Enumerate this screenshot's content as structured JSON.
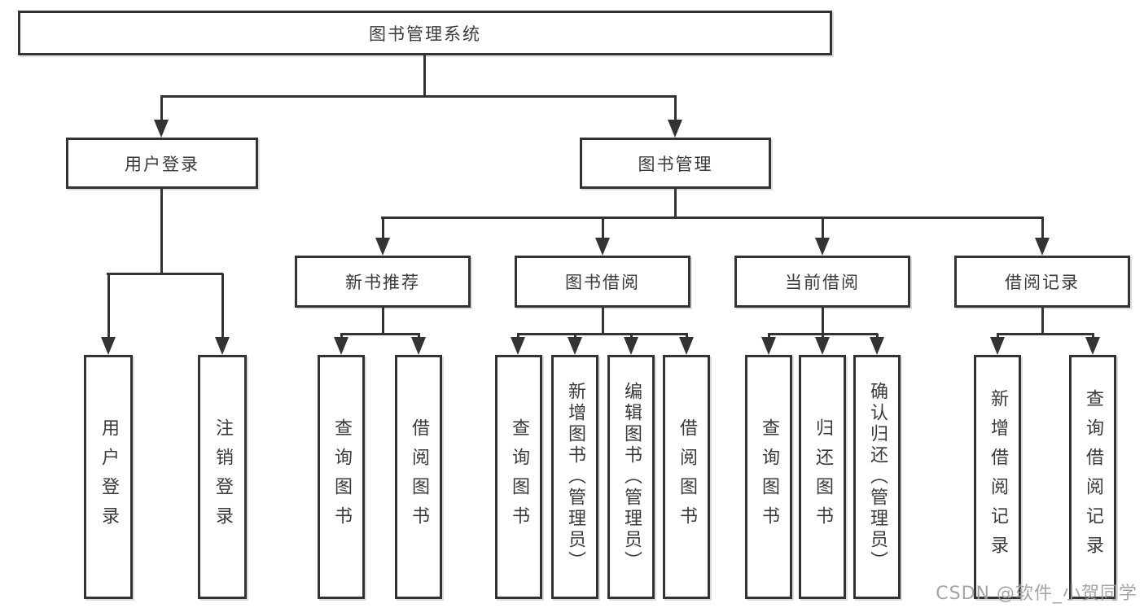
{
  "colors": {
    "line": "#333333",
    "text": "#3a3a3a",
    "background": "#ffffff",
    "watermark": "#9b9b9b"
  },
  "tree": {
    "root": "图书管理系统",
    "branches": [
      {
        "label": "用户登录",
        "leaves": [
          "用户登录",
          "注销登录"
        ]
      },
      {
        "label": "图书管理",
        "sections": [
          {
            "label": "新书推荐",
            "leaves": [
              "查询图书",
              "借阅图书"
            ]
          },
          {
            "label": "图书借阅",
            "leaves": [
              "查询图书",
              "新增图书（管理员）",
              "编辑图书（管理员）",
              "借阅图书"
            ]
          },
          {
            "label": "当前借阅",
            "leaves": [
              "查询图书",
              "归还图书",
              "确认归还（管理员）"
            ]
          },
          {
            "label": "借阅记录",
            "leaves": [
              "新增借阅记录",
              "查询借阅记录"
            ]
          }
        ]
      }
    ]
  },
  "watermark": "CSDN @软件_小贺同学"
}
